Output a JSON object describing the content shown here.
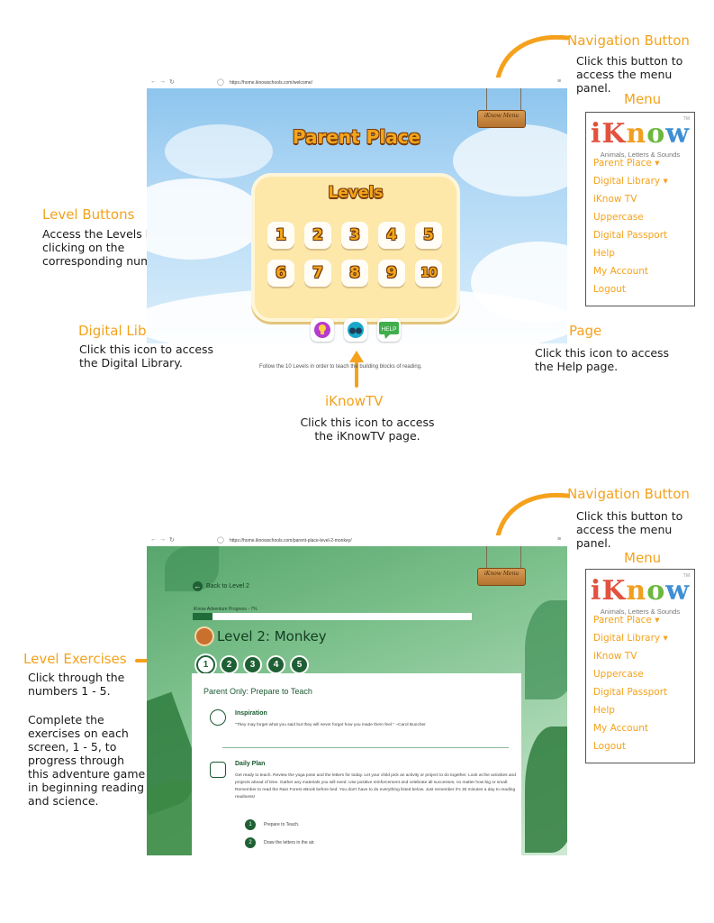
{
  "screen1": {
    "url": "https://home.iknowschools.com/welcome/",
    "title": "Parent Place",
    "levels_title": "Levels",
    "level_buttons": [
      "1",
      "2",
      "3",
      "4",
      "5",
      "6",
      "7",
      "8",
      "9",
      "10"
    ],
    "help_icon_label": "HELP",
    "footnote": "Follow the 10 Levels in order to teach the building blocks of reading.",
    "sign_text": "iKnow Menu"
  },
  "screen2": {
    "url": "https://home.iknowschools.com/parent-place-level-2-monkey/",
    "back_link": "Back to Level 2",
    "progress_label": "iKnow Adventure Progress - 7%",
    "progress_value": 0.07,
    "level_title": "Level 2: Monkey",
    "exercise_buttons": [
      "1",
      "2",
      "3",
      "4",
      "5"
    ],
    "card_title": "Parent Only: Prepare to Teach",
    "inspiration_title": "Inspiration",
    "inspiration_text": "\"They may forget what you said but they will never forget how you made them feel.\" ~Carol Buncher",
    "daily_plan_title": "Daily Plan",
    "daily_plan_text": "Get ready to teach. Review the yoga pose and the letters for today. Let your child pick an activity or project to do together. Look at the activities and projects ahead of time. Gather any materials you will need. Use positive reinforcement and celebrate all successes, no matter how big or small. Remember to read the Rain Forest eBook before bed. You don't have to do everything listed below. Just remember it's 30 minutes a day to reading readiness!",
    "steps": [
      {
        "num": "1",
        "text": "Prepare to Teach."
      },
      {
        "num": "2",
        "text": "Draw the letters in the air."
      }
    ],
    "sign_text": "iKnow Menu"
  },
  "annotations": {
    "nav_title": "Navigation Button",
    "nav_text": "Click this button to access the menu panel.",
    "menu_label": "Menu",
    "level_buttons_title": "Level Buttons",
    "level_buttons_text": "Access the Levels by clicking on the corresponding number.",
    "digital_library_title": "Digital Library",
    "digital_library_text": "Click this icon to access the Digital Library.",
    "help_page_title": "Help Page",
    "help_page_text": "Click this icon to access the Help page.",
    "iknowtv_title": "iKnowTV",
    "iknowtv_text": "Click this icon to access the iKnowTV page.",
    "level_exercises_title": "Level Exercises",
    "level_exercises_text1": "Click through the numbers 1 - 5.",
    "level_exercises_text2": "Complete the exercises on each screen, 1 - 5, to progress through this adventure game in beginning reading and science."
  },
  "menu": {
    "logo": {
      "i": "i",
      "K": "K",
      "n": "n",
      "o": "o",
      "w": "w"
    },
    "logo_sub": "Animals, Letters & Sounds",
    "logo_tm": "TM",
    "items": [
      "Parent Place ▾",
      "Digital Library ▾",
      "iKnow TV",
      "Uppercase",
      "Digital Passport",
      "Help",
      "My Account",
      "Logout"
    ]
  },
  "colors": {
    "accent": "#f4a21c",
    "forest": "#1f5f34",
    "logo_red": "#e2523f",
    "logo_orange": "#f0a020",
    "logo_green": "#6cb83e",
    "logo_blue": "#3f8fd2"
  }
}
